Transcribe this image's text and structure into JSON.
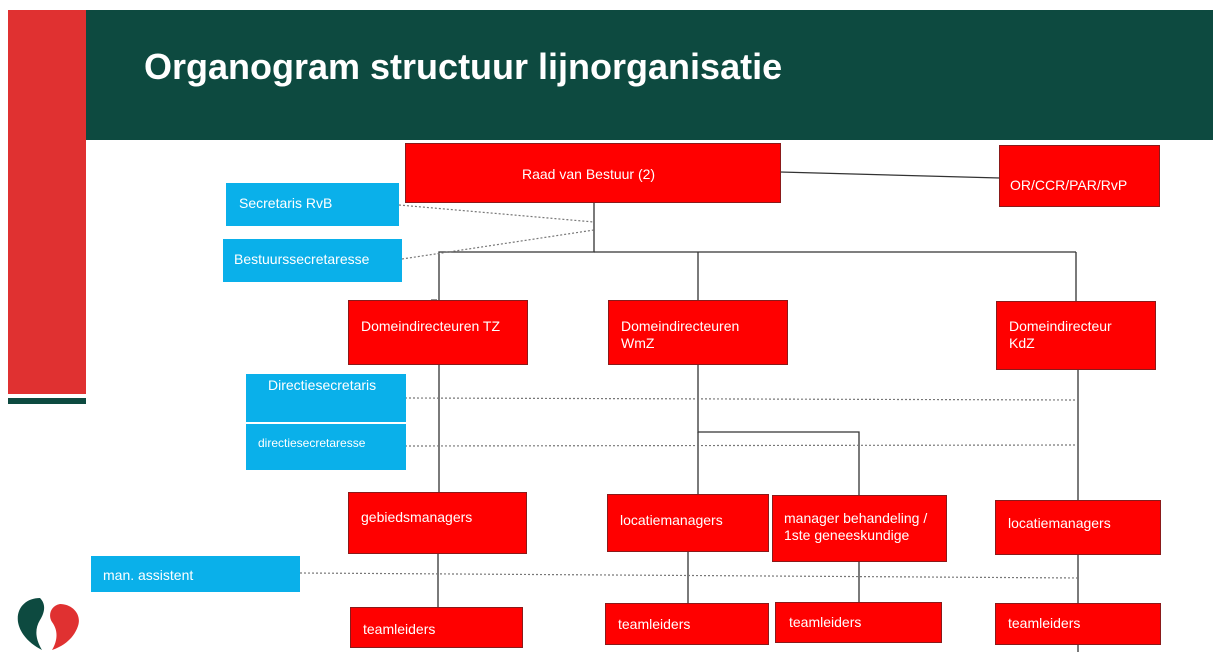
{
  "slide": {
    "title": "Organogram structuur lijnorganisatie",
    "colors": {
      "header": "#0d4a40",
      "accent_bar": "#e03131",
      "red_box": "#ff0000",
      "blue_box": "#0ab0ea"
    }
  },
  "org": {
    "rvb": "Raad van Bestuur (2)",
    "or": "OR/CCR/PAR/RvP",
    "secretaris_rvb": "Secretaris RvB",
    "bestuurssecretaresse": "Bestuurssecretaresse",
    "dir_tz": "Domeindirecteuren TZ",
    "dir_wmz": "Domeindirecteuren WmZ",
    "dir_kdz": "Domeindirecteur KdZ",
    "directiesecretaris": "Directiesecretaris",
    "directiesecretaresse": "directiesecretaresse",
    "gebiedsmanagers": "gebiedsmanagers",
    "locatiemanagers_wmz": "locatiemanagers",
    "manager_behandeling": "manager behandeling / 1ste geneeskundige",
    "locatiemanagers_kdz": "locatiemanagers",
    "man_assistent": "man. assistent",
    "teamleiders_1": "teamleiders",
    "teamleiders_2": "teamleiders",
    "teamleiders_3": "teamleiders",
    "teamleiders_4": "teamleiders"
  },
  "logo": {
    "icon": "two-drop-logo-icon"
  }
}
